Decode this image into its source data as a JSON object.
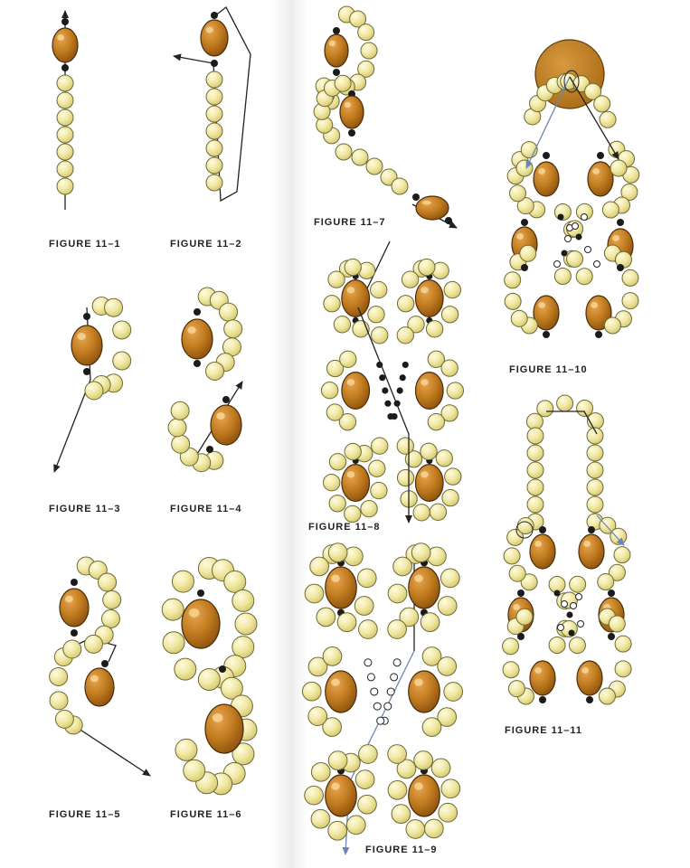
{
  "figures": [
    {
      "id": "11-1",
      "label": "FIGURE 11–1"
    },
    {
      "id": "11-2",
      "label": "FIGURE 11–2"
    },
    {
      "id": "11-3",
      "label": "FIGURE 11–3"
    },
    {
      "id": "11-4",
      "label": "FIGURE 11–4"
    },
    {
      "id": "11-5",
      "label": "FIGURE 11–5"
    },
    {
      "id": "11-6",
      "label": "FIGURE 11–6"
    },
    {
      "id": "11-7",
      "label": "FIGURE 11–7"
    },
    {
      "id": "11-8",
      "label": "FIGURE 11–8"
    },
    {
      "id": "11-9",
      "label": "FIGURE 11–9"
    },
    {
      "id": "11-10",
      "label": "FIGURE 11–10"
    },
    {
      "id": "11-11",
      "label": "FIGURE 11–11"
    }
  ],
  "colors": {
    "yellow_bead": "#f1e9a6",
    "yellow_bead_edge": "#6d6a3a",
    "amber_bead": "#c07a1e",
    "amber_bead_edge": "#4a2c08",
    "seed_bead": "#1b1b1b",
    "thread": "#222222",
    "thread_blue": "#6a86b8",
    "caption": "#222222"
  }
}
